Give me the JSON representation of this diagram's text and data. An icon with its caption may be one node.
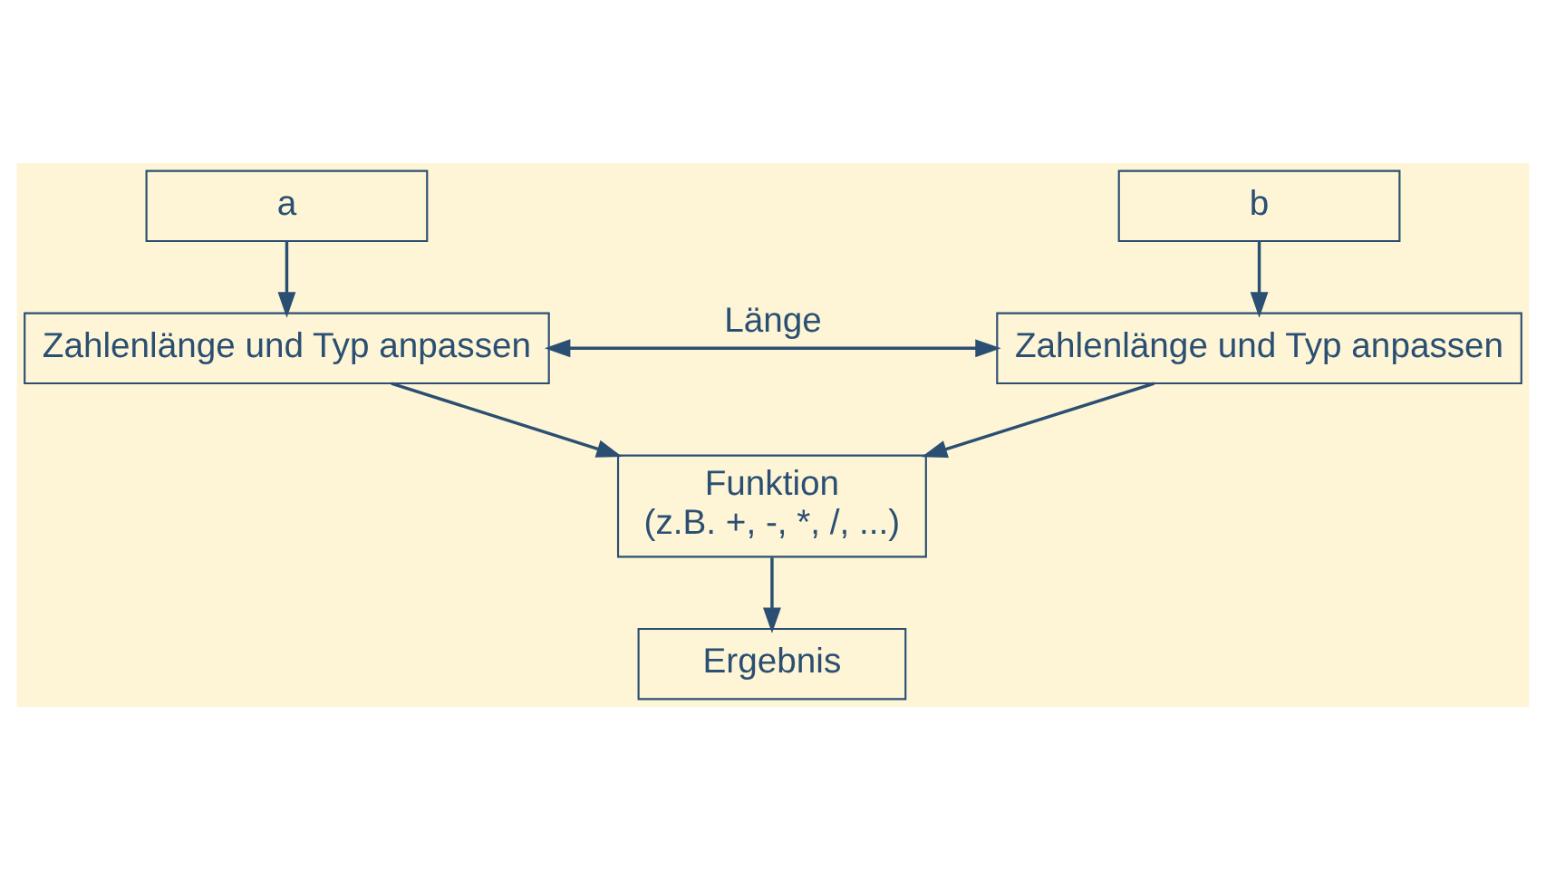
{
  "diagram": {
    "nodes": [
      {
        "text": [
          "a"
        ]
      },
      {
        "text": [
          "b"
        ]
      },
      {
        "text": [
          "Zahlenlänge und Typ anpassen"
        ]
      },
      {
        "text": [
          "Zahlenlänge und Typ anpassen"
        ]
      },
      {
        "text": [
          "Funktion",
          "(z.B. +, -, *, /, ...)"
        ]
      },
      {
        "text": [
          "Ergebnis"
        ]
      }
    ],
    "edges": [
      {
        "from": 0,
        "to": 2,
        "arrow": "to"
      },
      {
        "from": 1,
        "to": 3,
        "arrow": "to"
      },
      {
        "from": 2,
        "to": 3,
        "arrow": "both",
        "label": "Länge"
      },
      {
        "from": 2,
        "to": 4,
        "arrow": "to"
      },
      {
        "from": 3,
        "to": 4,
        "arrow": "to"
      },
      {
        "from": 4,
        "to": 5,
        "arrow": "to"
      }
    ]
  }
}
